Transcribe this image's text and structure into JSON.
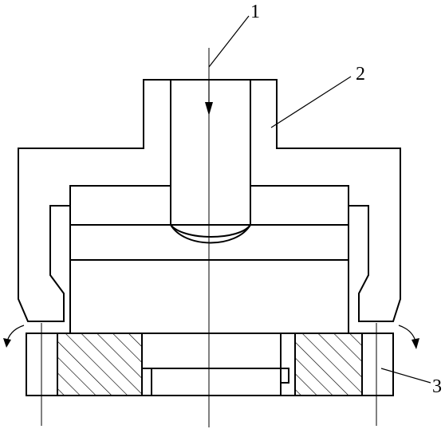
{
  "labels": {
    "l1": "1",
    "l2": "2",
    "l3": "3"
  },
  "colors": {
    "line": "#000000",
    "background": "#ffffff"
  }
}
